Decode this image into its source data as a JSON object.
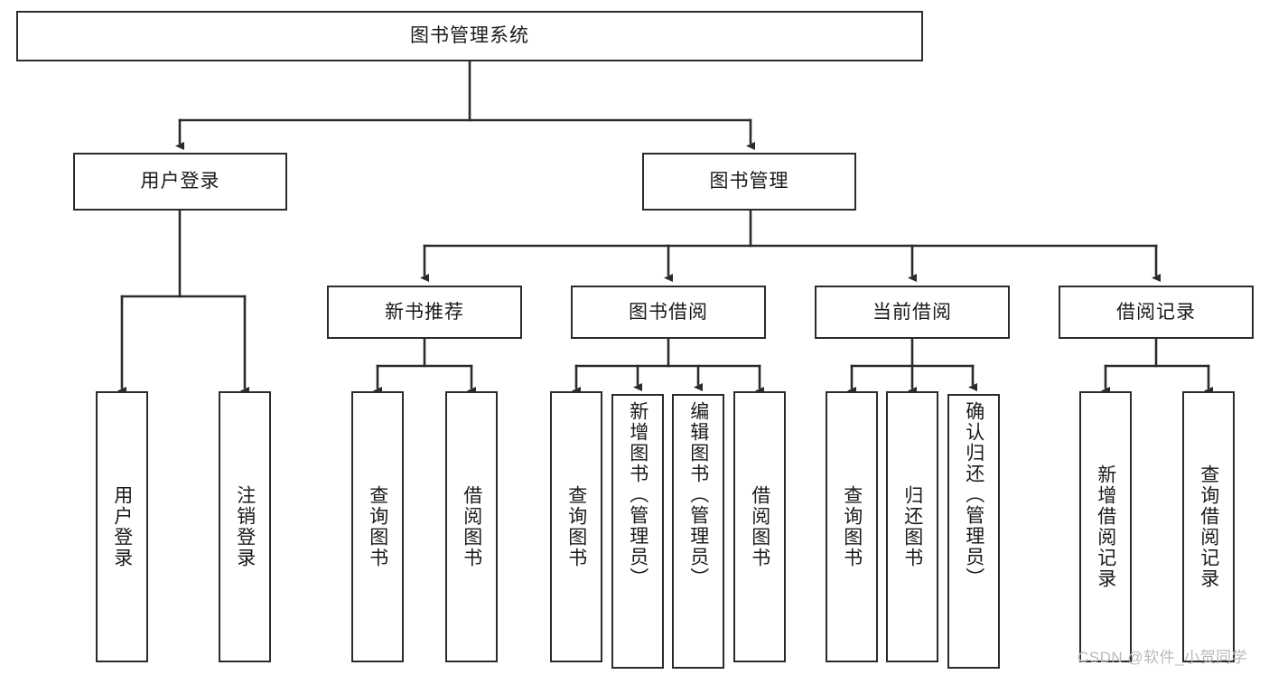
{
  "diagram": {
    "type": "tree-hierarchy",
    "title": "图书管理系统",
    "watermark": "CSDN @软件_小贺同学",
    "colors": {
      "box_border": "#2b2b2b",
      "box_fill": "#ffffff",
      "connector": "#2b2b2b",
      "text": "#1a1a1a",
      "watermark": "#b9b9b9"
    },
    "nodes": {
      "root": {
        "label": "图书管理系统",
        "level": 1
      },
      "user_login": {
        "label": "用户登录",
        "level": 2
      },
      "book_manage": {
        "label": "图书管理",
        "level": 2
      },
      "new_book_rec": {
        "label": "新书推荐",
        "level": 3
      },
      "book_borrow": {
        "label": "图书借阅",
        "level": 3
      },
      "current_borrow": {
        "label": "当前借阅",
        "level": 3
      },
      "borrow_record": {
        "label": "借阅记录",
        "level": 3
      },
      "leaf_user_login": {
        "label": "用户登录",
        "level": 4
      },
      "leaf_logout": {
        "label": "注销登录",
        "level": 4
      },
      "leaf_query_book_1": {
        "label": "查询图书",
        "level": 4
      },
      "leaf_borrow_book_1": {
        "label": "借阅图书",
        "level": 4
      },
      "leaf_query_book_2": {
        "label": "查询图书",
        "level": 4
      },
      "leaf_add_book": {
        "label": "新增图书（管理员）",
        "level": 4
      },
      "leaf_edit_book": {
        "label": "编辑图书（管理员）",
        "level": 4
      },
      "leaf_borrow_book_2": {
        "label": "借阅图书",
        "level": 4
      },
      "leaf_query_book_3": {
        "label": "查询图书",
        "level": 4
      },
      "leaf_return_book": {
        "label": "归还图书",
        "level": 4
      },
      "leaf_confirm_return": {
        "label": "确认归还（管理员）",
        "level": 4
      },
      "leaf_add_record": {
        "label": "新增借阅记录",
        "level": 4
      },
      "leaf_query_record": {
        "label": "查询借阅记录",
        "level": 4
      }
    },
    "edges": [
      {
        "from": "root",
        "to": "user_login"
      },
      {
        "from": "root",
        "to": "book_manage"
      },
      {
        "from": "book_manage",
        "to": "new_book_rec"
      },
      {
        "from": "book_manage",
        "to": "book_borrow"
      },
      {
        "from": "book_manage",
        "to": "current_borrow"
      },
      {
        "from": "book_manage",
        "to": "borrow_record"
      },
      {
        "from": "user_login",
        "to": "leaf_user_login"
      },
      {
        "from": "user_login",
        "to": "leaf_logout"
      },
      {
        "from": "new_book_rec",
        "to": "leaf_query_book_1"
      },
      {
        "from": "new_book_rec",
        "to": "leaf_borrow_book_1"
      },
      {
        "from": "book_borrow",
        "to": "leaf_query_book_2"
      },
      {
        "from": "book_borrow",
        "to": "leaf_add_book"
      },
      {
        "from": "book_borrow",
        "to": "leaf_edit_book"
      },
      {
        "from": "book_borrow",
        "to": "leaf_borrow_book_2"
      },
      {
        "from": "current_borrow",
        "to": "leaf_query_book_3"
      },
      {
        "from": "current_borrow",
        "to": "leaf_return_book"
      },
      {
        "from": "current_borrow",
        "to": "leaf_confirm_return"
      },
      {
        "from": "borrow_record",
        "to": "leaf_add_record"
      },
      {
        "from": "borrow_record",
        "to": "leaf_query_record"
      }
    ]
  }
}
